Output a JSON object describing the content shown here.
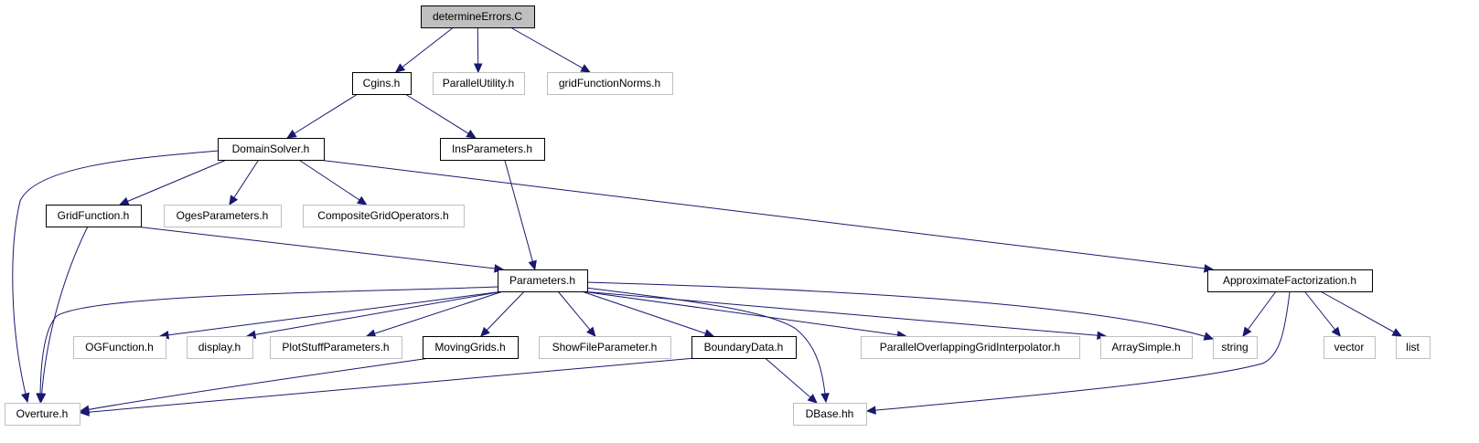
{
  "graph": {
    "nodes": [
      {
        "id": "determineErrors",
        "label": "determineErrors.C",
        "kind": "root",
        "icon": "",
        "name": "node-determineerrors-c"
      },
      {
        "id": "Cgins",
        "label": "Cgins.h",
        "kind": "doc",
        "name": "node-cgins-h"
      },
      {
        "id": "ParallelUtility",
        "label": "ParallelUtility.h",
        "kind": "ext",
        "name": "node-parallelutility-h"
      },
      {
        "id": "gridFunctionNorms",
        "label": "gridFunctionNorms.h",
        "kind": "ext",
        "name": "node-gridfunctionnorms-h"
      },
      {
        "id": "DomainSolver",
        "label": "DomainSolver.h",
        "kind": "doc",
        "name": "node-domainsolver-h"
      },
      {
        "id": "InsParameters",
        "label": "InsParameters.h",
        "kind": "doc",
        "name": "node-insparameters-h"
      },
      {
        "id": "GridFunction",
        "label": "GridFunction.h",
        "kind": "doc",
        "name": "node-gridfunction-h"
      },
      {
        "id": "OgesParameters",
        "label": "OgesParameters.h",
        "kind": "ext",
        "name": "node-ogesparameters-h"
      },
      {
        "id": "CompositeGridOperators",
        "label": "CompositeGridOperators.h",
        "kind": "ext",
        "name": "node-compositegridoperators-h"
      },
      {
        "id": "Parameters",
        "label": "Parameters.h",
        "kind": "doc",
        "name": "node-parameters-h"
      },
      {
        "id": "ApproximateFactorization",
        "label": "ApproximateFactorization.h",
        "kind": "doc",
        "name": "node-approximatefactorization-h"
      },
      {
        "id": "OGFunction",
        "label": "OGFunction.h",
        "kind": "ext",
        "name": "node-ogfunction-h"
      },
      {
        "id": "display",
        "label": "display.h",
        "kind": "ext",
        "name": "node-display-h"
      },
      {
        "id": "PlotStuffParameters",
        "label": "PlotStuffParameters.h",
        "kind": "ext",
        "name": "node-plotstuffparameters-h"
      },
      {
        "id": "MovingGrids",
        "label": "MovingGrids.h",
        "kind": "doc",
        "name": "node-movinggrids-h"
      },
      {
        "id": "ShowFileParameter",
        "label": "ShowFileParameter.h",
        "kind": "ext",
        "name": "node-showfileparameter-h"
      },
      {
        "id": "BoundaryData",
        "label": "BoundaryData.h",
        "kind": "doc",
        "name": "node-boundarydata-h"
      },
      {
        "id": "ParallelOverlappingGridInterpolator",
        "label": "ParallelOverlappingGridInterpolator.h",
        "kind": "ext",
        "name": "node-paralleloverlappinggridinterpolator-h"
      },
      {
        "id": "ArraySimple",
        "label": "ArraySimple.h",
        "kind": "ext",
        "name": "node-arraysimple-h"
      },
      {
        "id": "string",
        "label": "string",
        "kind": "ext",
        "name": "node-string"
      },
      {
        "id": "vector",
        "label": "vector",
        "kind": "ext",
        "name": "node-vector"
      },
      {
        "id": "list",
        "label": "list",
        "kind": "ext",
        "name": "node-list"
      },
      {
        "id": "Overture",
        "label": "Overture.h",
        "kind": "ext",
        "name": "node-overture-h"
      },
      {
        "id": "DBase",
        "label": "DBase.hh",
        "kind": "ext",
        "name": "node-dbase-hh"
      }
    ],
    "edges": [
      [
        "determineErrors",
        "Cgins"
      ],
      [
        "determineErrors",
        "ParallelUtility"
      ],
      [
        "determineErrors",
        "gridFunctionNorms"
      ],
      [
        "Cgins",
        "DomainSolver"
      ],
      [
        "Cgins",
        "InsParameters"
      ],
      [
        "DomainSolver",
        "Overture"
      ],
      [
        "DomainSolver",
        "GridFunction"
      ],
      [
        "DomainSolver",
        "OgesParameters"
      ],
      [
        "DomainSolver",
        "CompositeGridOperators"
      ],
      [
        "DomainSolver",
        "ApproximateFactorization"
      ],
      [
        "InsParameters",
        "Parameters"
      ],
      [
        "GridFunction",
        "Overture"
      ],
      [
        "GridFunction",
        "Parameters"
      ],
      [
        "Parameters",
        "Overture"
      ],
      [
        "Parameters",
        "OGFunction"
      ],
      [
        "Parameters",
        "display"
      ],
      [
        "Parameters",
        "PlotStuffParameters"
      ],
      [
        "Parameters",
        "MovingGrids"
      ],
      [
        "Parameters",
        "ShowFileParameter"
      ],
      [
        "Parameters",
        "BoundaryData"
      ],
      [
        "Parameters",
        "DBase"
      ],
      [
        "Parameters",
        "ParallelOverlappingGridInterpolator"
      ],
      [
        "Parameters",
        "ArraySimple"
      ],
      [
        "Parameters",
        "string"
      ],
      [
        "ApproximateFactorization",
        "string"
      ],
      [
        "ApproximateFactorization",
        "DBase"
      ],
      [
        "ApproximateFactorization",
        "vector"
      ],
      [
        "ApproximateFactorization",
        "list"
      ],
      [
        "MovingGrids",
        "Overture"
      ],
      [
        "BoundaryData",
        "Overture"
      ],
      [
        "BoundaryData",
        "DBase"
      ]
    ]
  }
}
